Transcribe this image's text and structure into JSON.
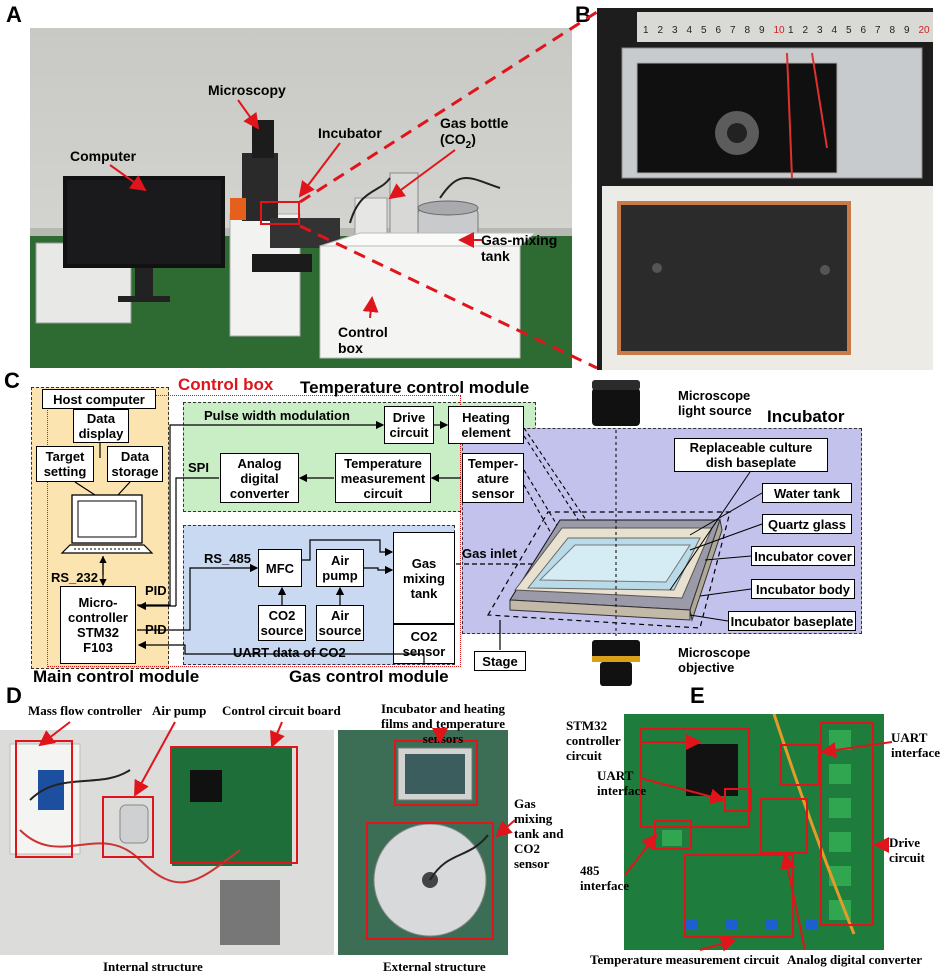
{
  "panels": {
    "A": "A",
    "B": "B",
    "C": "C",
    "D": "D",
    "E": "E"
  },
  "panel_a": {
    "microscopy": "Microscopy",
    "incubator": "Incubator",
    "gas_bottle_line1": "Gas bottle",
    "gas_bottle_line2": "(CO",
    "gas_bottle_sub": "2",
    "gas_bottle_close": ")",
    "computer": "Computer",
    "gas_mixing_line1": "Gas-mixing",
    "gas_mixing_line2": "tank",
    "control_box_line1": "Control",
    "control_box_line2": "box"
  },
  "panel_b": {
    "ruler_numbers": [
      "1",
      "2",
      "3",
      "4",
      "5",
      "6",
      "7",
      "8",
      "9",
      "10",
      "1",
      "2",
      "3",
      "4",
      "5",
      "6",
      "7",
      "8",
      "9",
      "20"
    ]
  },
  "panel_c": {
    "control_box_title": "Control box",
    "temp_module_title": "Temperature control module",
    "main_module_title": "Main control module",
    "gas_module_title": "Gas control module",
    "incubator_title": "Incubator",
    "host_computer": "Host computer",
    "data_display": "Data display",
    "target_setting": "Target setting",
    "data_storage": "Data storage",
    "rs232": "RS_232",
    "pid1": "PID",
    "pid2": "PID",
    "micro_controller": "Micro-controller STM32 F103",
    "pwm": "Pulse width modulation",
    "drive_circuit": "Drive circuit",
    "heating_element": "Heating element",
    "spi": "SPI",
    "adc": "Analog digital converter",
    "temp_meas": "Temperature measurement circuit",
    "temp_sensor": "Temper-ature sensor",
    "rs485": "RS_485",
    "mfc": "MFC",
    "air_pump": "Air pump",
    "co2_source": "CO2 source",
    "air_source": "Air source",
    "gas_mixing_tank": "Gas mixing tank",
    "co2_sensor": "CO2 sensor",
    "uart_co2": "UART data of CO2",
    "gas_inlet": "Gas inlet",
    "stage": "Stage",
    "mic_light": "Microscope light source",
    "mic_objective": "Microscope objective",
    "replaceable": "Replaceable culture dish baseplate",
    "water_tank": "Water tank",
    "quartz_glass": "Quartz glass",
    "incubator_cover": "Incubator cover",
    "incubator_body": "Incubator body",
    "incubator_baseplate": "Incubator baseplate"
  },
  "panel_d": {
    "mass_flow": "Mass flow controller",
    "air_pump": "Air pump",
    "control_board": "Control circuit board",
    "incubator_films": "Incubator and heating films and temperature sensors",
    "gas_tank_co2": "Gas mixing tank and CO2 sensor",
    "internal": "Internal structure",
    "external": "External structure"
  },
  "panel_e": {
    "stm32": "STM32 controller circuit",
    "uart_left": "UART interface",
    "rs485": "485 interface",
    "uart_right": "UART interface",
    "drive": "Drive circuit",
    "temp_meas": "Temperature measurement circuit",
    "adc": "Analog digital converter"
  },
  "colors": {
    "red": "#e0151b",
    "yellow_region": "#fbe4b0",
    "green_region": "#c9edc4",
    "blue_region": "#c8d9f1",
    "purple_region": "#c2c2ec",
    "pcb_green": "#1f7f3e"
  }
}
